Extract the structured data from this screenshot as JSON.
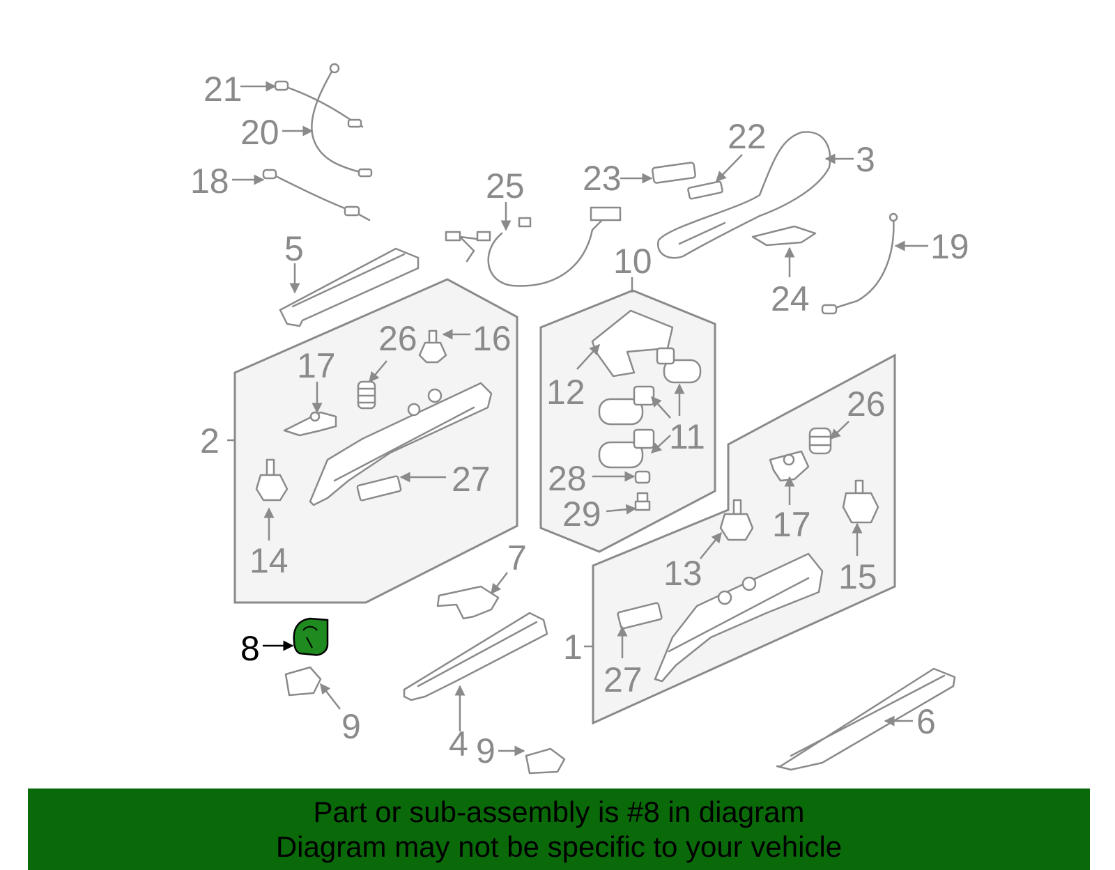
{
  "colors": {
    "line": "#8a8a8a",
    "panel": "#f4f4f4",
    "highlight_part": "#1f8a1f",
    "banner": "#0a6a0a",
    "highlight_label": "#000000"
  },
  "callouts": {
    "c1": "1",
    "c2": "2",
    "c3": "3",
    "c4": "4",
    "c5": "5",
    "c6": "6",
    "c7": "7",
    "c8": "8",
    "c9a": "9",
    "c9b": "9",
    "c10": "10",
    "c11": "11",
    "c12": "12",
    "c13": "13",
    "c14": "14",
    "c15": "15",
    "c16": "16",
    "c17a": "17",
    "c17b": "17",
    "c18": "18",
    "c19": "19",
    "c20": "20",
    "c21": "21",
    "c22": "22",
    "c23": "23",
    "c24": "24",
    "c25": "25",
    "c26a": "26",
    "c26b": "26",
    "c27a": "27",
    "c27b": "27",
    "c28": "28",
    "c29": "29"
  },
  "highlighted_part": "8",
  "banner": {
    "line1": "Part or sub-assembly is #8 in diagram",
    "line2": "Diagram may not be specific to your vehicle"
  }
}
